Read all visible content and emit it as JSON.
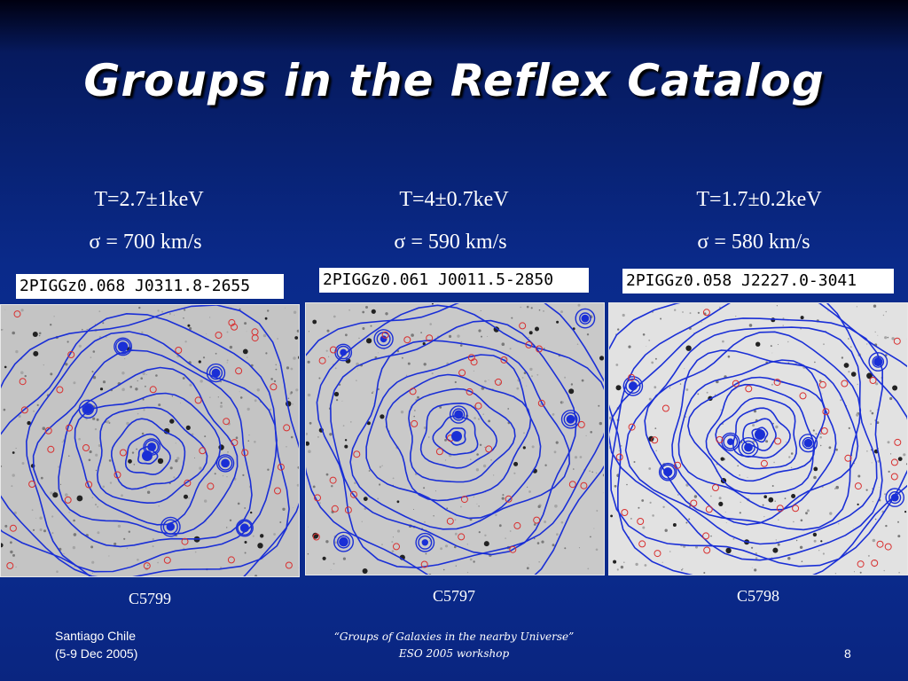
{
  "slide": {
    "title": "Groups in the Reflex Catalog",
    "page_number": "8"
  },
  "groups": [
    {
      "temperature": "T=2.7±1keV",
      "dispersion": "σ = 700 km/s",
      "catalog_label": "2PIGGz0.068  J0311.8-2655",
      "cluster_name": "C5799"
    },
    {
      "temperature": "T=4±0.7keV",
      "dispersion": "σ = 590 km/s",
      "catalog_label": "2PIGGz0.061  J0011.5-2850",
      "cluster_name": "C5797"
    },
    {
      "temperature": "T=1.7±0.2keV",
      "dispersion": "σ = 580 km/s",
      "catalog_label": "2PIGGz0.058  J2227.0-3041",
      "cluster_name": "C5798"
    }
  ],
  "footer": {
    "location": "Santiago Chile",
    "dates": "(5-9 Dec 2005)",
    "workshop_title": "“Groups of Galaxies in the nearby Universe”",
    "workshop_subtitle": "ESO 2005 workshop"
  },
  "colors": {
    "background": "#0b2f96",
    "contour": "#1a2fd6",
    "source_marker": "#d83030"
  }
}
